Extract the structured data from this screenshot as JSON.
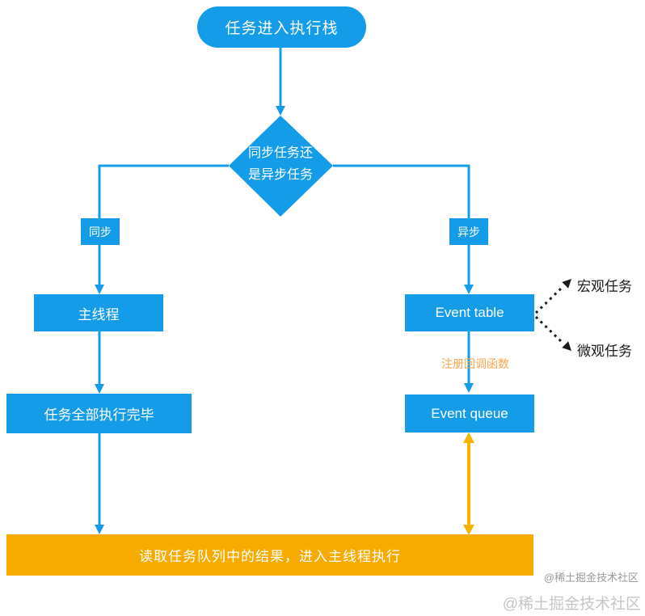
{
  "diagram": {
    "start_node": {
      "label": "任务进入执行栈"
    },
    "decision_node": {
      "line1": "同步任务还",
      "line2": "是异步任务"
    },
    "sync_branch": {
      "branch_label": "同步",
      "main_thread_label": "主线程",
      "all_done_label": "任务全部执行完毕"
    },
    "async_branch": {
      "branch_label": "异步",
      "event_table_label": "Event table",
      "macro_task_label": "宏观任务",
      "micro_task_label": "微观任务",
      "register_callback_label": "注册回调函数",
      "event_queue_label": "Event queue"
    },
    "result_bar_label": "读取任务队列中的结果，进入主线程执行",
    "colors": {
      "node_blue": "#149CE8",
      "bar_orange": "#F7AB00",
      "arrow_orange": "#F9B200",
      "register_text_orange": "#F9A44A",
      "dashed_arrow_black": "#1b1b1b"
    }
  },
  "watermarks": {
    "small": "@稀土掘金技术社区",
    "large": "@稀土掘金技术社区"
  }
}
